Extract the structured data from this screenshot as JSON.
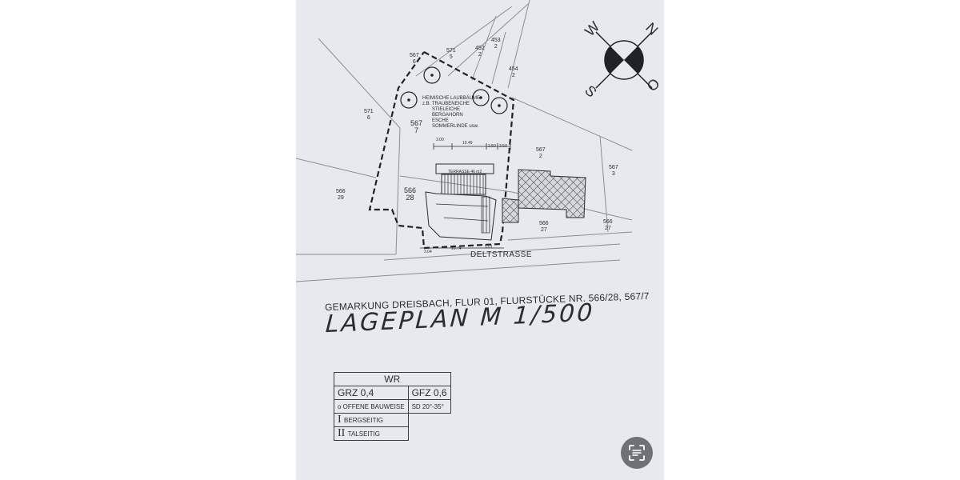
{
  "compass": {
    "letters": [
      "W",
      "N",
      "S",
      "O"
    ]
  },
  "plan": {
    "parcel_labels": [
      "567\n6",
      "571\n5",
      "452\n2",
      "453\n2",
      "454\n2",
      "571\n6",
      "567\n7",
      "567\n2",
      "567\n3",
      "566\n29",
      "566\n28",
      "566\n27",
      "566\n27"
    ],
    "tree_note": [
      "HEIMISCHE LAUBBÄUME",
      "z.B. TRAUBENEICHE",
      "STIELEICHE",
      "BERGAHORN",
      "ESCHE",
      "SOMMERLINDE  usw."
    ],
    "terrace": "TERRASSE 46 m2",
    "dims_top": [
      "3.00",
      "10.49",
      "2.50",
      "3.50"
    ],
    "dims_bottom": [
      "3.04",
      "10.74",
      "5.01"
    ],
    "street": "DELTSTRASSE"
  },
  "gemarkung": "GEMARKUNG DREISBACH, FLUR 01, FLURSTÜCKE NR. 566/28, 567/7",
  "title": "LAGEPLAN  M 1/500",
  "legend": {
    "zone": "WR",
    "grz": "GRZ  0,4",
    "gfz": "GFZ  0,6",
    "bauweise": "o OFFENE BAUWEISE",
    "dach": "SD 20°-35°",
    "floor1_num": "I",
    "floor1": "BERGSEITIG",
    "floor2_num": "II",
    "floor2": "TALSEITIG"
  },
  "scan_button": {
    "icon": "text-scan-icon"
  }
}
